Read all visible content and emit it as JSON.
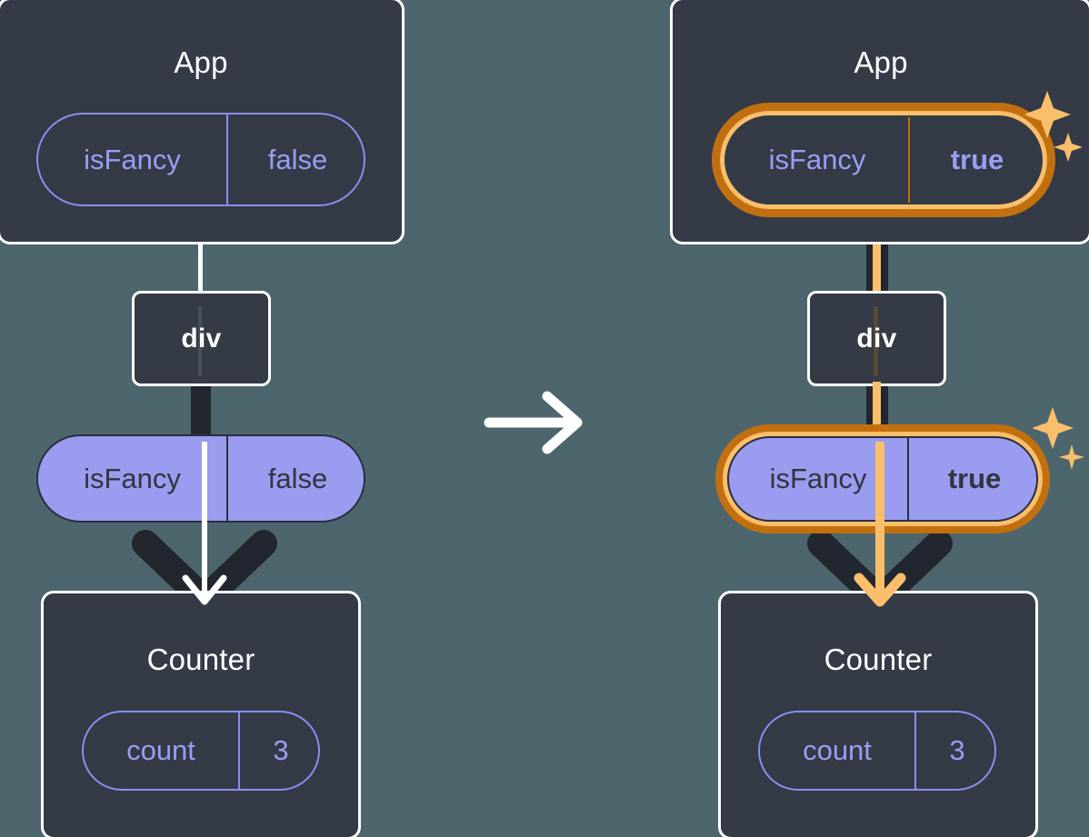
{
  "background_color": "#4d666e",
  "colors": {
    "box_fill": "#343a46",
    "box_border": "#ffffff",
    "pill_purple_fill": "#9a9cf0",
    "pill_purple_stroke": "#8a8ef0",
    "pill_text_dark": "#31353f",
    "highlight_outer": "#c2700f",
    "highlight_inner": "#fbbf6c",
    "connector_dark": "#22262f",
    "connector_white": "#ffffff",
    "sparkle": "#fbbf6c"
  },
  "transition_arrow": {
    "icon": "arrow-right-icon",
    "color": "#ffffff"
  },
  "before": {
    "app": {
      "title": "App",
      "state_pill": {
        "key": "isFancy",
        "value": "false",
        "style": "outline",
        "highlighted": false,
        "bold_value": false
      }
    },
    "div": {
      "label": "div"
    },
    "prop_pill": {
      "key": "isFancy",
      "value": "false",
      "style": "solid",
      "highlighted": false,
      "bold_value": false
    },
    "counter": {
      "title": "Counter",
      "state_pill": {
        "key": "count",
        "value": "3",
        "style": "outline",
        "highlighted": false,
        "bold_value": false
      }
    },
    "sparkles_visible": false
  },
  "after": {
    "app": {
      "title": "App",
      "state_pill": {
        "key": "isFancy",
        "value": "true",
        "style": "outline",
        "highlighted": true,
        "bold_value": true
      }
    },
    "div": {
      "label": "div"
    },
    "prop_pill": {
      "key": "isFancy",
      "value": "true",
      "style": "solid",
      "highlighted": true,
      "bold_value": true
    },
    "counter": {
      "title": "Counter",
      "state_pill": {
        "key": "count",
        "value": "3",
        "style": "outline",
        "highlighted": false,
        "bold_value": false
      }
    },
    "sparkles_visible": true
  }
}
